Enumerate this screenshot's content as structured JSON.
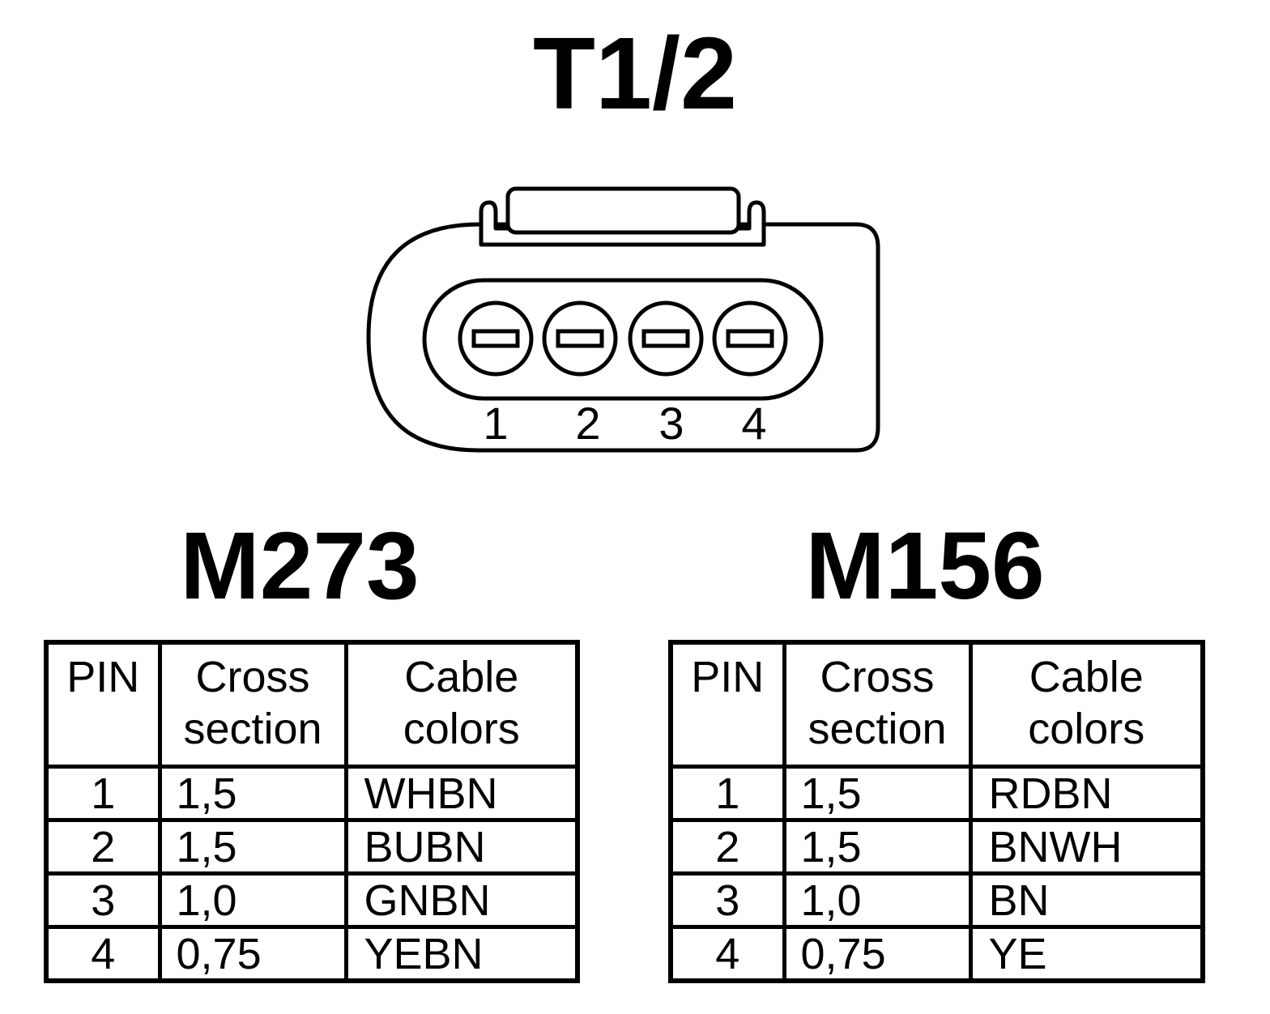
{
  "title": "T1/2",
  "connector": {
    "pin_numbers": [
      "1",
      "2",
      "3",
      "4"
    ]
  },
  "tables": [
    {
      "heading": "M273",
      "headers": {
        "pin": "PIN",
        "cross": [
          "Cross",
          "section"
        ],
        "color": [
          "Cable",
          "colors"
        ]
      },
      "rows": [
        {
          "pin": "1",
          "cross": "1,5",
          "color": "WHBN"
        },
        {
          "pin": "2",
          "cross": "1,5",
          "color": "BUBN"
        },
        {
          "pin": "3",
          "cross": "1,0",
          "color": "GNBN"
        },
        {
          "pin": "4",
          "cross": "0,75",
          "color": "YEBN"
        }
      ]
    },
    {
      "heading": "M156",
      "headers": {
        "pin": "PIN",
        "cross": [
          "Cross",
          "section"
        ],
        "color": [
          "Cable",
          "colors"
        ]
      },
      "rows": [
        {
          "pin": "1",
          "cross": "1,5",
          "color": "RDBN"
        },
        {
          "pin": "2",
          "cross": "1,5",
          "color": "BNWH"
        },
        {
          "pin": "3",
          "cross": "1,0",
          "color": "BN"
        },
        {
          "pin": "4",
          "cross": "0,75",
          "color": "YE"
        }
      ]
    }
  ]
}
